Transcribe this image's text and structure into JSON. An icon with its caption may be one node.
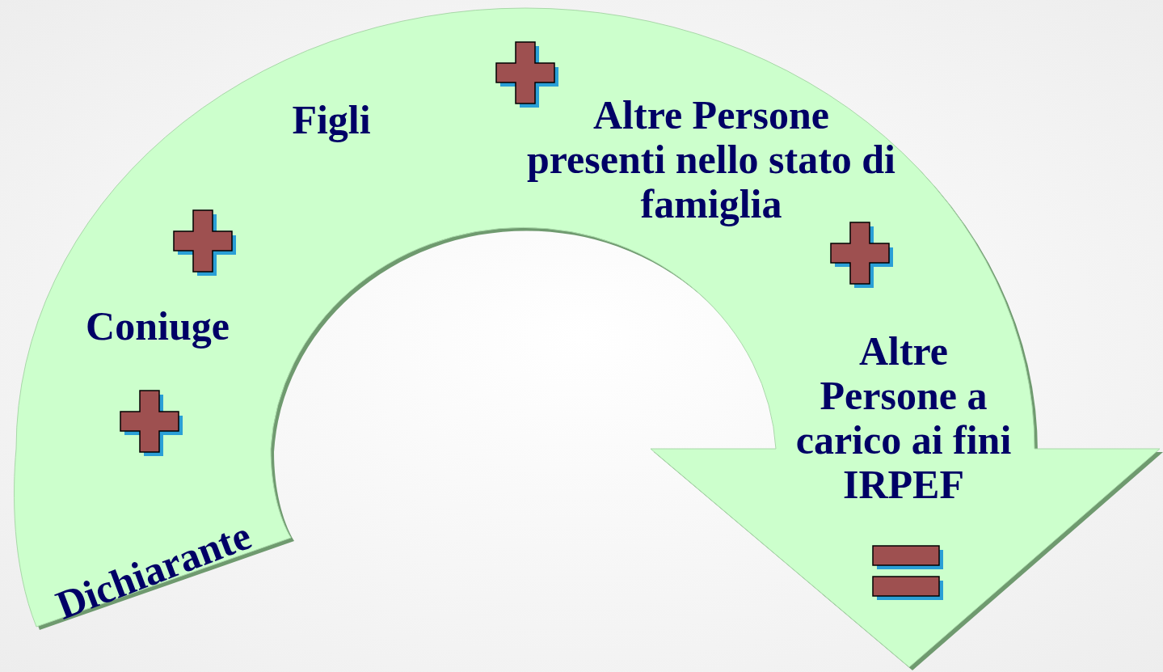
{
  "diagram": {
    "nodes": [
      {
        "text": [
          "Dichiarante",
          "Coniuge",
          "Figli",
          "Altre Persone presenti nello stato di famiglia",
          "Altre Persone a carico ai fini IRPEF"
        ]
      }
    ]
  }
}
